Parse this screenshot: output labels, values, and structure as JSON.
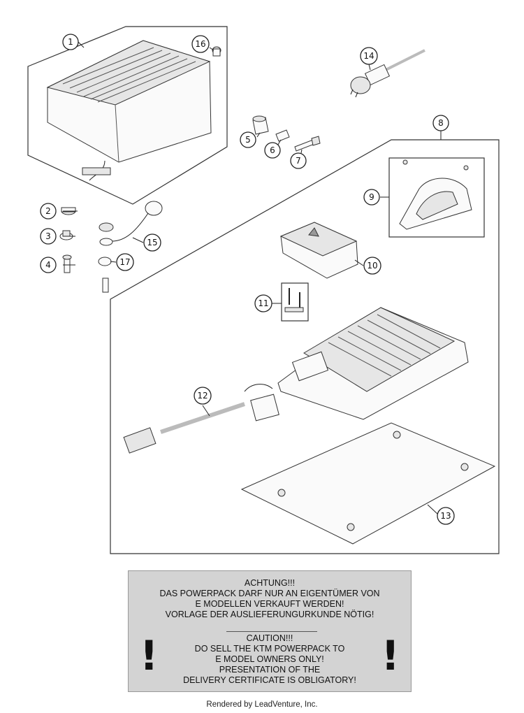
{
  "callouts": [
    {
      "label": "1"
    },
    {
      "label": "2"
    },
    {
      "label": "3"
    },
    {
      "label": "4"
    },
    {
      "label": "5"
    },
    {
      "label": "6"
    },
    {
      "label": "7"
    },
    {
      "label": "8"
    },
    {
      "label": "9"
    },
    {
      "label": "10"
    },
    {
      "label": "11"
    },
    {
      "label": "12"
    },
    {
      "label": "13"
    },
    {
      "label": "14"
    },
    {
      "label": "15"
    },
    {
      "label": "16"
    },
    {
      "label": "17"
    }
  ],
  "warning": {
    "german": [
      "ACHTUNG!!!",
      "DAS POWERPACK DARF NUR AN EIGENTÜMER VON",
      "E MODELLEN VERKAUFT WERDEN!",
      "VORLAGE DER AUSLIEFERUNGURKUNDE NÖTIG!"
    ],
    "english": [
      "CAUTION!!!",
      "DO SELL THE KTM POWERPACK TO",
      "E MODEL OWNERS ONLY!",
      "PRESENTATION OF THE",
      "DELIVERY CERTIFICATE IS OBLIGATORY!"
    ],
    "exclamation": "!"
  },
  "footer": "Rendered by LeadVenture, Inc.",
  "colors": {
    "line": "#333333",
    "warning_bg": "#d3d3d3"
  }
}
